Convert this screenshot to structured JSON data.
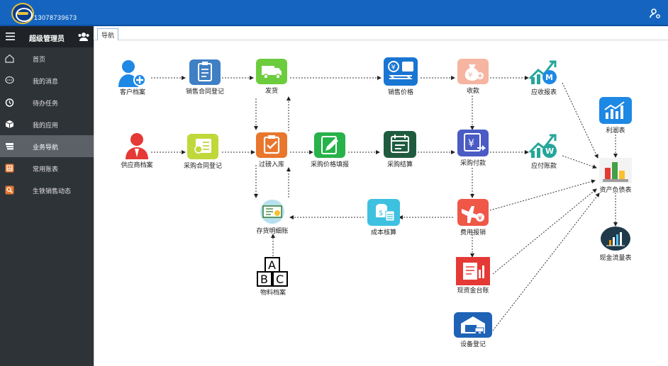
{
  "header": {
    "phone": "13078739673"
  },
  "sidebar": {
    "admin_label": "超级管理员",
    "items": [
      {
        "label": "首页"
      },
      {
        "label": "我的消息"
      },
      {
        "label": "待办任务"
      },
      {
        "label": "我的应用"
      },
      {
        "label": "业务导航"
      },
      {
        "label": "常用账表"
      },
      {
        "label": "生铁销售动态"
      }
    ]
  },
  "tabs": [
    {
      "label": "导航"
    }
  ],
  "nodes": {
    "customer_file": "客户档案",
    "sales_contract": "销售合同登记",
    "shipping": "发货",
    "sales_price": "销售价格",
    "receipt": "收款",
    "receivable_report": "应收报表",
    "profit_statement": "利润表",
    "supplier_file": "供应商档案",
    "purchase_contract": "采购合同登记",
    "weighing_inbound": "过磅入库",
    "purchase_price_fill": "采购价格填报",
    "purchase_settlement": "采购结算",
    "purchase_payment": "采购付款",
    "payable_ledger": "应付账款",
    "balance_sheet": "资产负债表",
    "inventory_ledger": "存货明细账",
    "cost_accounting": "成本核算",
    "expense_reimbursement": "费用报销",
    "cash_flow": "现金流量表",
    "material_file": "物料档案",
    "cash_journal": "现资金台账",
    "equipment_registration": "设备登记"
  },
  "colors": {
    "topbar": "#1565c0",
    "sidebar": "#2e3338",
    "active": "#5b6167"
  }
}
